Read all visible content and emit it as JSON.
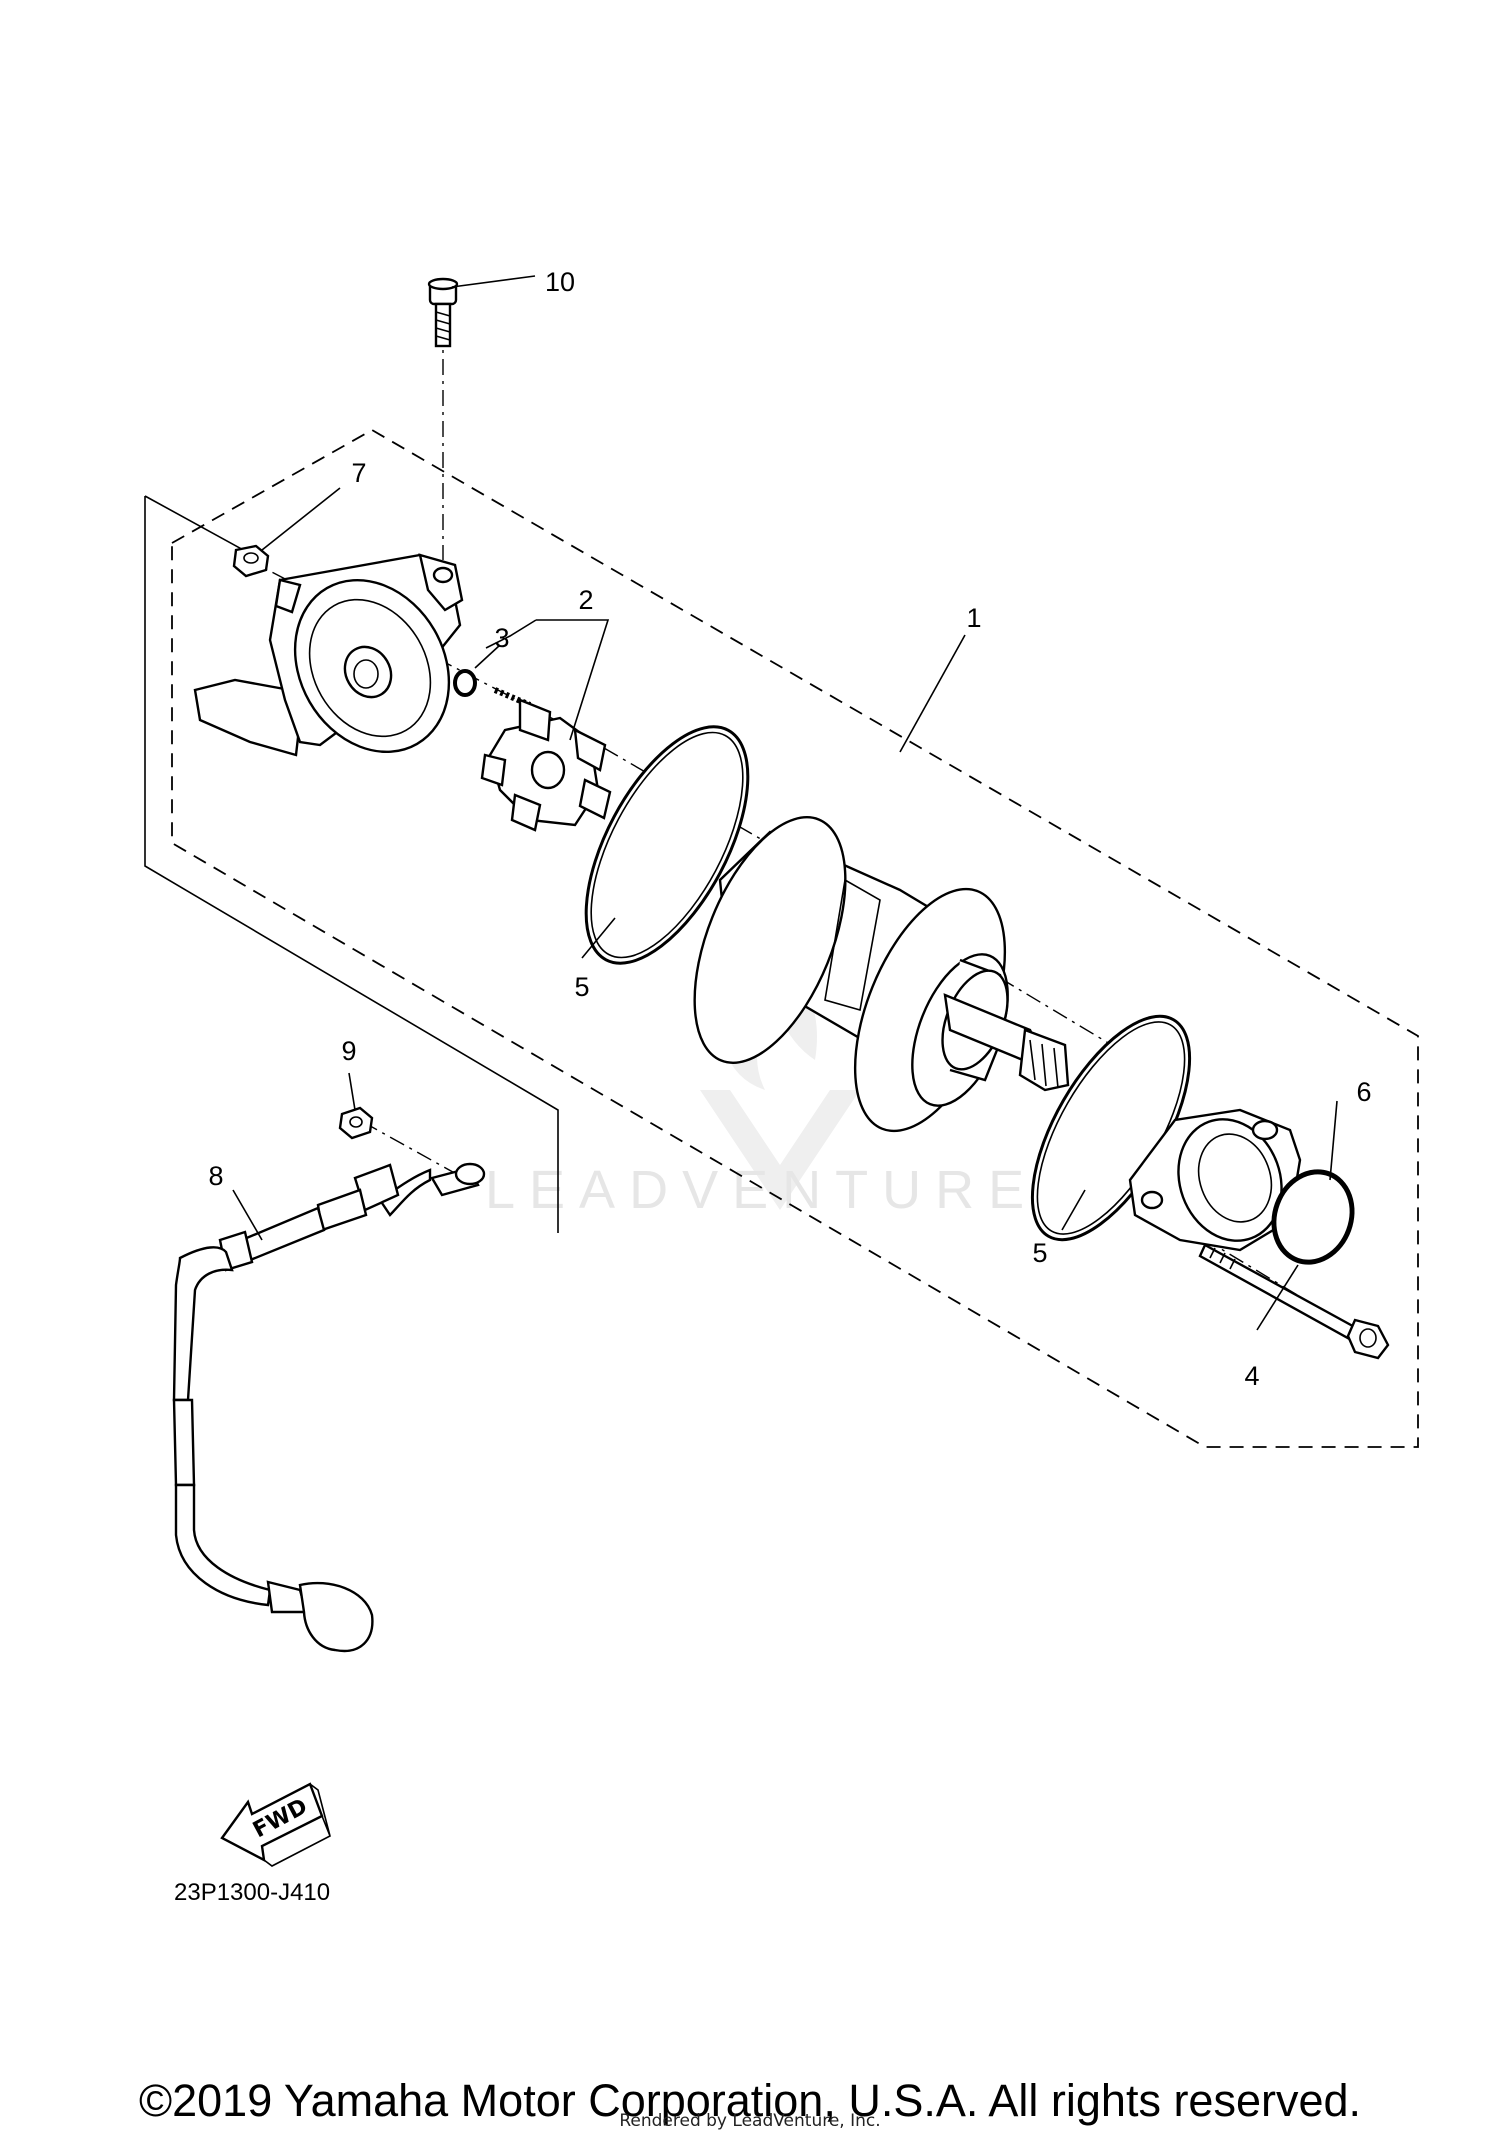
{
  "diagram": {
    "callouts": [
      {
        "id": "1",
        "label": "1"
      },
      {
        "id": "2",
        "label": "2"
      },
      {
        "id": "3",
        "label": "3"
      },
      {
        "id": "4",
        "label": "4"
      },
      {
        "id": "5a",
        "label": "5"
      },
      {
        "id": "5b",
        "label": "5"
      },
      {
        "id": "6",
        "label": "6"
      },
      {
        "id": "7",
        "label": "7"
      },
      {
        "id": "8",
        "label": "8"
      },
      {
        "id": "9",
        "label": "9"
      },
      {
        "id": "10",
        "label": "10"
      }
    ],
    "fwd_label": "FWD",
    "diagram_code": "23P1300-J410",
    "watermark_text": "LEADVENTURE"
  },
  "footer": {
    "copyright": "©2019 Yamaha Motor Corporation, U.S.A. All rights reserved.",
    "rendered_by": "Rendered by LeadVenture, Inc."
  }
}
